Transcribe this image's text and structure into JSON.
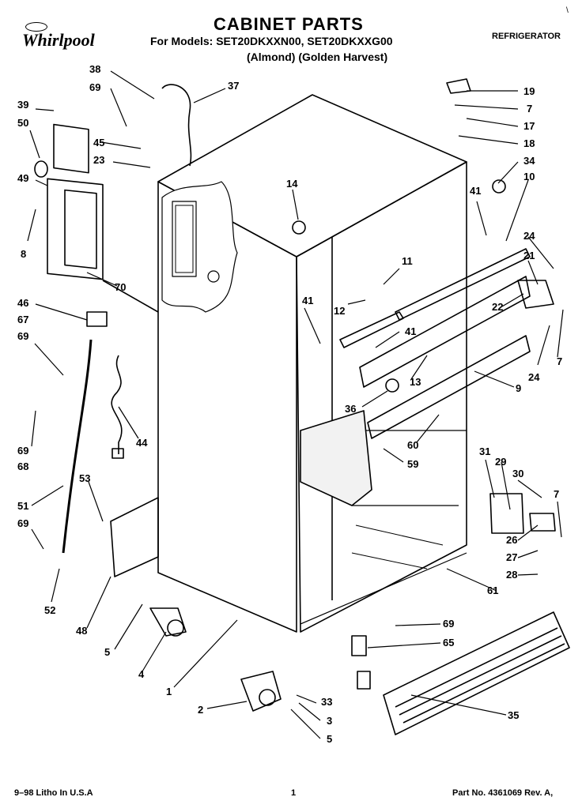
{
  "header": {
    "title": "CABINET PARTS",
    "models_line": "For Models: SET20DKXXN00, SET20DKXXG00",
    "variants_line": "(Almond)        (Golden Harvest)",
    "category": "REFRIGERATOR",
    "corner_mark": "\\",
    "brand": "Whirlpool"
  },
  "footer": {
    "left": "9–98  Litho In U.S.A",
    "page": "1",
    "right": "Part No. 4361069  Rev. A,"
  },
  "callouts": [
    "38",
    "69",
    "37",
    "39",
    "50",
    "45",
    "23",
    "49",
    "8",
    "70",
    "46",
    "67",
    "69",
    "14",
    "41",
    "11",
    "12",
    "41",
    "13",
    "36",
    "60",
    "59",
    "69",
    "68",
    "44",
    "53",
    "51",
    "69",
    "52",
    "48",
    "5",
    "4",
    "1",
    "2",
    "33",
    "3",
    "5",
    "19",
    "7",
    "17",
    "18",
    "34",
    "10",
    "41",
    "24",
    "21",
    "22",
    "24",
    "7",
    "9",
    "31",
    "29",
    "30",
    "7",
    "26",
    "27",
    "28",
    "61",
    "69",
    "65",
    "35"
  ]
}
